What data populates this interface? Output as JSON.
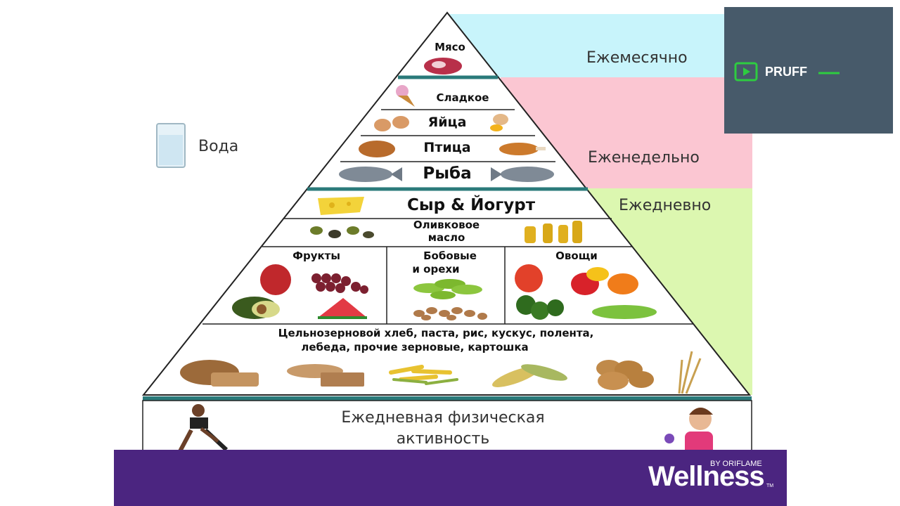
{
  "frequency": {
    "monthly": "Ежемесячно",
    "weekly": "Еженедельно",
    "daily": "Ежедневно"
  },
  "water": "Вода",
  "tiers": {
    "meat": "Мясо",
    "sweets": "Сладкое",
    "eggs": "Яйца",
    "poultry": "Птица",
    "fish": "Рыба",
    "cheese_yogurt": "Сыр & Йогурт",
    "olive_oil_line1": "Оливковое",
    "olive_oil_line2": "масло",
    "fruits": "Фрукты",
    "legumes_line1": "Бобовые",
    "legumes_line2": "и орехи",
    "vegetables": "Овощи",
    "grains_line1": "Цельнозерновой хлеб, паста, рис, кускус, полента,",
    "grains_line2": "лебеда, прочие зерновые, картошка"
  },
  "activity": {
    "line1": "Ежедневная физическая",
    "line2": "активность"
  },
  "brand": {
    "name": "Wellness",
    "sub": "BY ORIFLAME",
    "tm": "TM"
  },
  "watermark": {
    "text": "PRUFF"
  },
  "colors": {
    "monthly_band": "#c8f4fb",
    "weekly_band": "#fbc6d2",
    "daily_band": "#dcf7b0",
    "divider": "#2a7a7a",
    "purple": "#4b2580",
    "watermark_bg": "#475a6a",
    "watermark_accent": "#2ecc40"
  }
}
